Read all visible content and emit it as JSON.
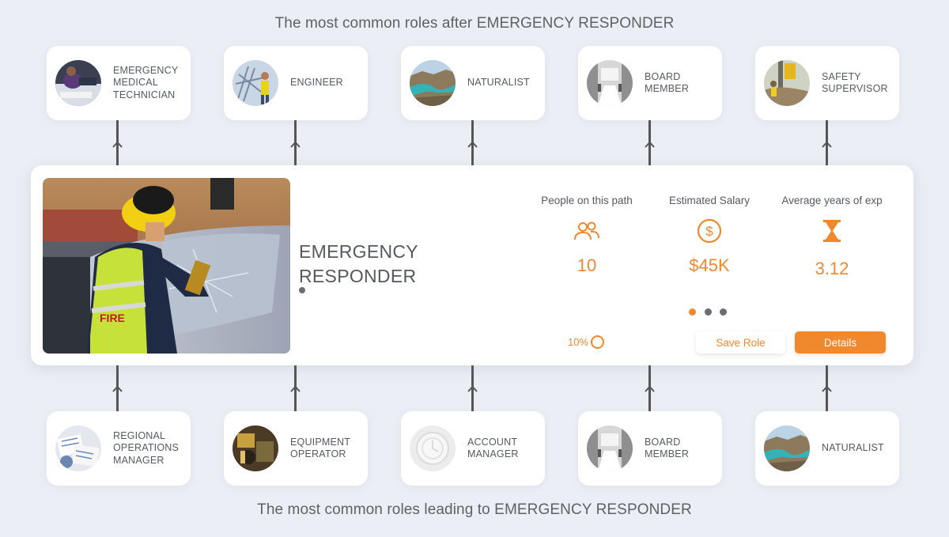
{
  "headings": {
    "after": "The most common roles after EMERGENCY RESPONDER",
    "before": "The most common roles leading to EMERGENCY RESPONDER"
  },
  "next_roles": [
    {
      "label": "EMERGENCY\nMEDICAL\nTECHNICIAN",
      "thumb": "emt-photo"
    },
    {
      "label": "ENGINEER",
      "thumb": "engineer-photo"
    },
    {
      "label": "NATURALIST",
      "thumb": "canyon-river-photo"
    },
    {
      "label": "BOARD\nMEMBER",
      "thumb": "boardroom-photo"
    },
    {
      "label": "SAFETY\nSUPERVISOR",
      "thumb": "drilling-site-photo"
    }
  ],
  "previous_roles": [
    {
      "label": "REGIONAL\nOPERATIONS\nMANAGER",
      "thumb": "office-papers-photo"
    },
    {
      "label": "EQUIPMENT\nOPERATOR",
      "thumb": "equipment-photo"
    },
    {
      "label": "ACCOUNT\nMANAGER",
      "thumb": "clock-photo"
    },
    {
      "label": "BOARD\nMEMBER",
      "thumb": "boardroom-photo"
    },
    {
      "label": "NATURALIST",
      "thumb": "canyon-river-photo"
    }
  ],
  "main": {
    "title": "EMERGENCY\nRESPONDER",
    "hero": "firefighter-breaking-windshield-photo",
    "stats": [
      {
        "label": "People on this path",
        "icon": "people-icon",
        "value": "10"
      },
      {
        "label": "Estimated Salary",
        "icon": "dollar-icon",
        "value": "$45K"
      },
      {
        "label": "Average years of exp",
        "icon": "hourglass-icon",
        "value": "3.12"
      }
    ],
    "pager": {
      "count": 3,
      "active": 0
    },
    "progress": "10%",
    "progress_value": 0.1,
    "save_label": "Save Role",
    "details_label": "Details"
  },
  "colors": {
    "accent": "#f0882e",
    "background": "#eceef5",
    "connector": "#555555"
  }
}
